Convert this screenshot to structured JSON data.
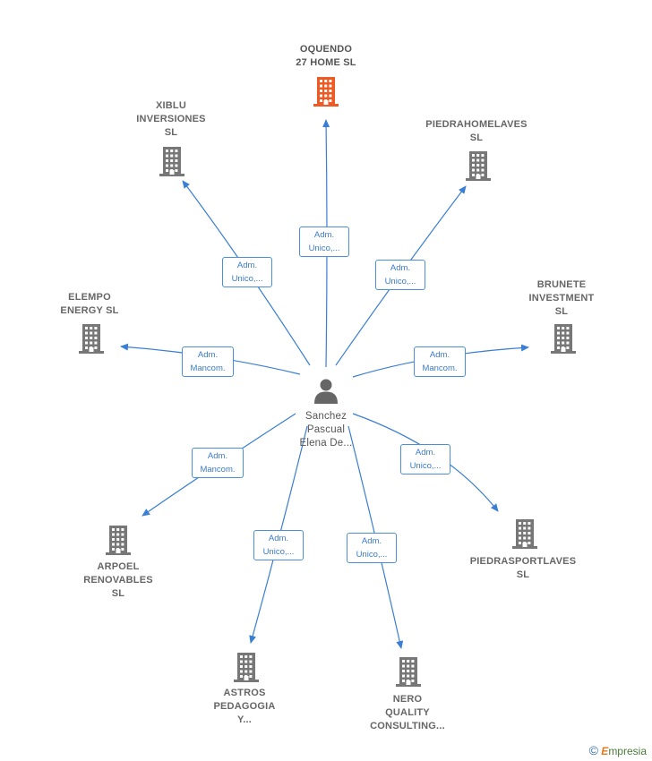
{
  "center": {
    "name_lines": [
      "Sanchez",
      "Pascual",
      "Elena De..."
    ]
  },
  "colors": {
    "edge": "#3a7ed5",
    "building": "#777777",
    "building_highlight": "#ee5a24",
    "person": "#666666"
  },
  "companies": [
    {
      "id": "oquendo",
      "lines": [
        "OQUENDO",
        "27 HOME  SL"
      ],
      "highlight": true,
      "relation": [
        "Adm.",
        "Unico,..."
      ]
    },
    {
      "id": "xiblu",
      "lines": [
        "XIBLU",
        "INVERSIONES",
        "SL"
      ],
      "highlight": false,
      "relation": [
        "Adm.",
        "Unico,..."
      ]
    },
    {
      "id": "piedrahomelaves",
      "lines": [
        "PIEDRAHOMELAVES",
        "SL"
      ],
      "highlight": false,
      "relation": [
        "Adm.",
        "Unico,..."
      ]
    },
    {
      "id": "elempo",
      "lines": [
        "ELEMPO",
        "ENERGY  SL"
      ],
      "highlight": false,
      "relation": [
        "Adm.",
        "Mancom."
      ]
    },
    {
      "id": "brunete",
      "lines": [
        "BRUNETE",
        "INVESTMENT",
        "SL"
      ],
      "highlight": false,
      "relation": [
        "Adm.",
        "Mancom."
      ]
    },
    {
      "id": "arpoel",
      "lines": [
        "ARPOEL",
        "RENOVABLES",
        "SL"
      ],
      "highlight": false,
      "relation": [
        "Adm.",
        "Mancom."
      ]
    },
    {
      "id": "piedrasportlaves",
      "lines": [
        "PIEDRASPORTLAVES",
        "SL"
      ],
      "highlight": false,
      "relation": [
        "Adm.",
        "Unico,..."
      ]
    },
    {
      "id": "astros",
      "lines": [
        "ASTROS",
        "PEDAGOGIA",
        "Y..."
      ],
      "highlight": false,
      "relation": [
        "Adm.",
        "Unico,..."
      ]
    },
    {
      "id": "nero",
      "lines": [
        "NERO",
        "QUALITY",
        "CONSULTING..."
      ],
      "highlight": false,
      "relation": [
        "Adm.",
        "Unico,..."
      ]
    }
  ],
  "brand": {
    "copyright": "©",
    "first": "E",
    "rest": "mpresia"
  }
}
